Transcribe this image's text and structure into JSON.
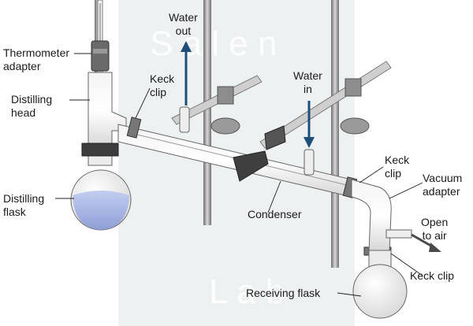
{
  "labels": {
    "thermometer_adapter": [
      "Thermometer",
      "adapter"
    ],
    "distilling_head": [
      "Distilling",
      "head"
    ],
    "distilling_flask": [
      "Distilling",
      "flask"
    ],
    "water_out": [
      "Water",
      "out"
    ],
    "keck_clip_top": [
      "Keck",
      "clip"
    ],
    "water_in": [
      "Water",
      "in"
    ],
    "keck_clip_right": [
      "Keck",
      "clip"
    ],
    "vacuum_adapter": [
      "Vacuum",
      "adapter"
    ],
    "open_to_air": [
      "Open",
      "to air"
    ],
    "condenser": "Condenser",
    "keck_clip_bottom": "Keck clip",
    "receiving_flask": "Receiving flask"
  },
  "watermark": "Salen Lab",
  "colors": {
    "flow_arrow": "#1f4e79",
    "air_arrow": "#4a4a4a",
    "liquid": "#a9b8e3",
    "glass_edge": "#555555",
    "stand": "#8a8a8a"
  }
}
